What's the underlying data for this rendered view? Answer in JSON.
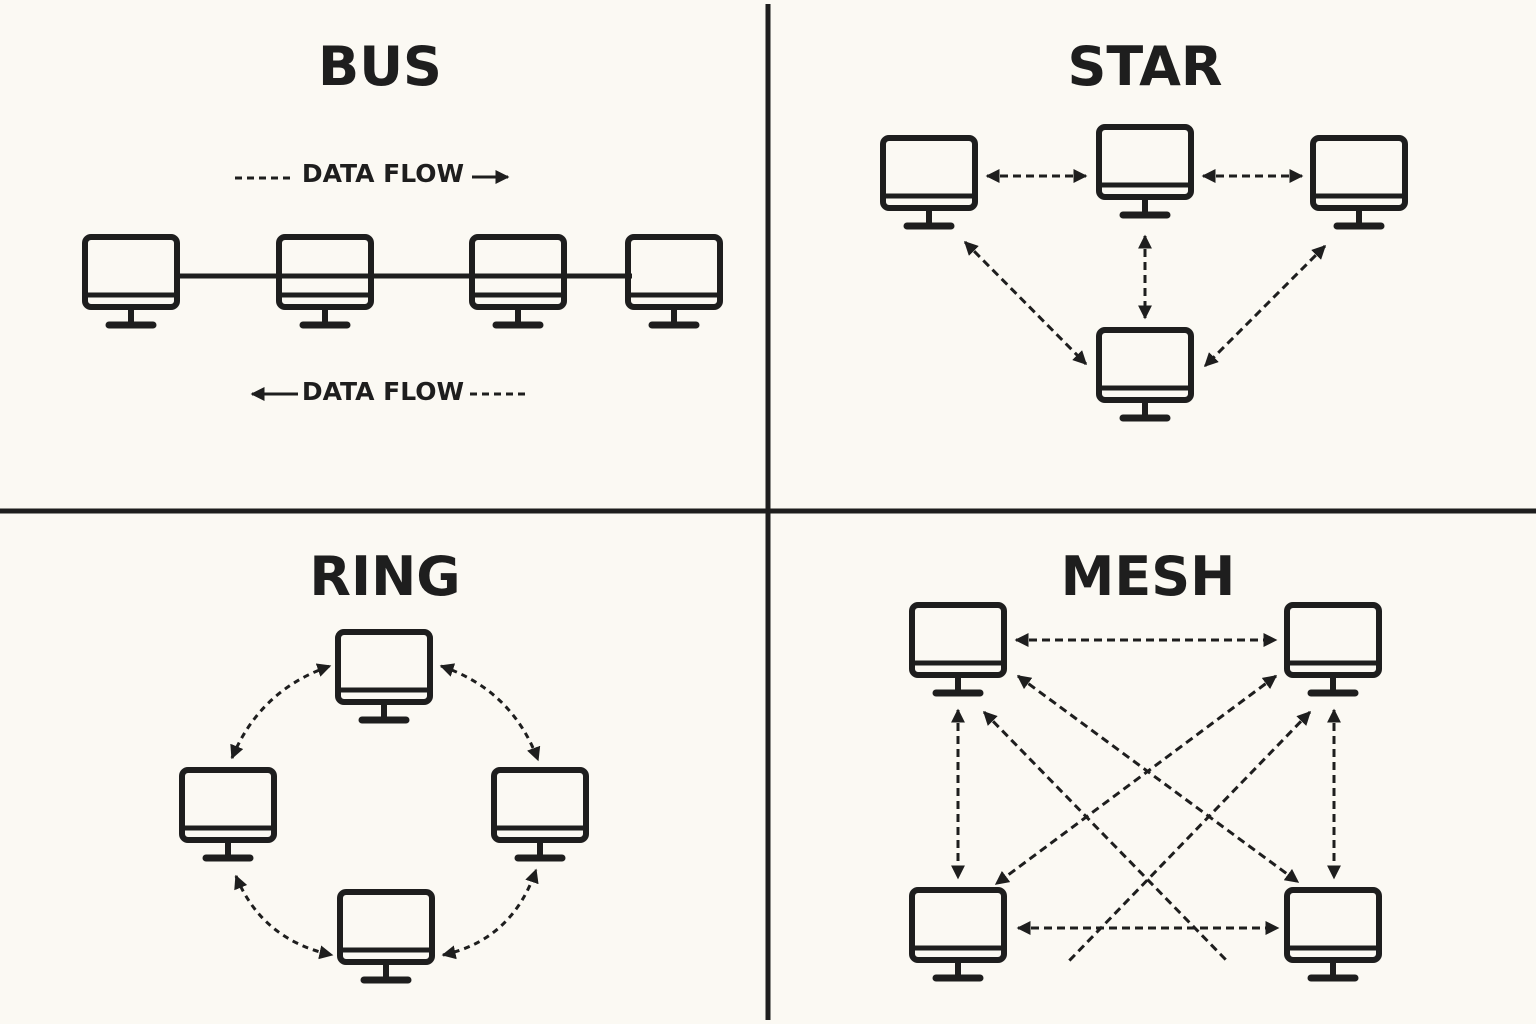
{
  "colors": {
    "background": "#fbf9f3",
    "ink": "#1e1e1e"
  },
  "icon": "monitor-icon",
  "bus": {
    "title": "BUS",
    "flow_label_top": "DATA FLOW",
    "flow_label_bottom": "DATA FLOW",
    "node_count": 4
  },
  "star": {
    "title": "STAR",
    "node_count": 4
  },
  "ring": {
    "title": "RING",
    "node_count": 4
  },
  "mesh": {
    "title": "MESH",
    "node_count": 4
  }
}
